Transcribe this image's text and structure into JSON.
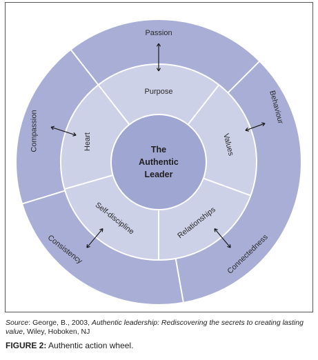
{
  "diagram": {
    "center": [
      "The",
      "Authentic",
      "Leader"
    ],
    "inner_ring": [
      "Purpose",
      "Values",
      "Relationships",
      "Self-discipline",
      "Heart"
    ],
    "outer_ring": [
      "Passion",
      "Behaviour",
      "Connectedness",
      "Consistency",
      "Compassion"
    ]
  },
  "caption": {
    "source_label": "Source",
    "source_author": ": George, B., 2003, ",
    "source_title": "Authentic leadership: Rediscovering the secrets to creating lasting value",
    "source_publisher": ", Wiley, Hoboken, NJ",
    "figure_label": "FIGURE 2:",
    "figure_text": " Authentic action wheel."
  },
  "colors": {
    "outer_fill": "#a9aed6",
    "inner_fill": "#cdd1e8",
    "center_fill": "#a0a6d2",
    "stroke": "#ffffff"
  }
}
